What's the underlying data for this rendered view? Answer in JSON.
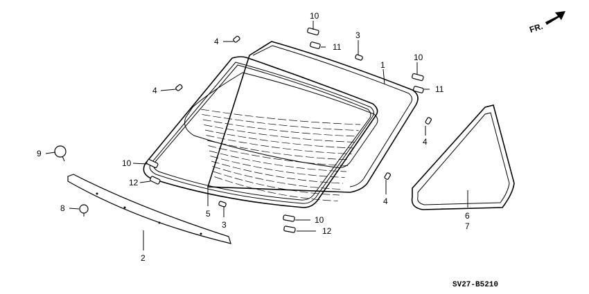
{
  "diagram": {
    "direction_label": "FR.",
    "diagram_code": "SV27-B5210",
    "callouts": {
      "c1": "1",
      "c2": "2",
      "c3a": "3",
      "c3b": "3",
      "c4a": "4",
      "c4b": "4",
      "c4c": "4",
      "c4d": "4",
      "c5": "5",
      "c6": "6",
      "c7": "7",
      "c8": "8",
      "c9": "9",
      "c10a": "10",
      "c10b": "10",
      "c10c": "10",
      "c10d": "10",
      "c11a": "11",
      "c11b": "11",
      "c12a": "12",
      "c12b": "12"
    }
  }
}
